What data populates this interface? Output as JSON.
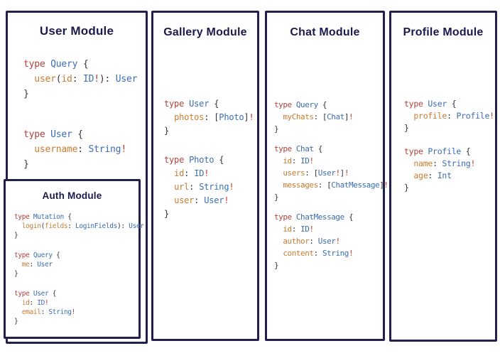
{
  "colors": {
    "border": "#23204e",
    "title": "#1c1a4d",
    "keyword": "#b5423c",
    "type": "#3a6db4",
    "field": "#c97c30",
    "punctuation": "#33333d",
    "bang": "#c0392b"
  },
  "modules": [
    {
      "id": "user",
      "title": "User Module",
      "stanzas": [
        [
          [
            [
              "kw",
              "type "
            ],
            [
              "ty",
              "Query "
            ],
            [
              "pu",
              "{"
            ]
          ],
          [
            [
              "pu",
              "  "
            ],
            [
              "fd",
              "user"
            ],
            [
              "pu",
              "("
            ],
            [
              "fd",
              "id"
            ],
            [
              "pu",
              ": "
            ],
            [
              "ty",
              "ID"
            ],
            [
              "bg",
              "!"
            ],
            [
              "pu",
              "): "
            ],
            [
              "ty",
              "User"
            ]
          ],
          [
            [
              "pu",
              "}"
            ]
          ]
        ],
        [
          [
            [
              "kw",
              "type "
            ],
            [
              "ty",
              "User "
            ],
            [
              "pu",
              "{"
            ]
          ],
          [
            [
              "pu",
              "  "
            ],
            [
              "fd",
              "username"
            ],
            [
              "pu",
              ": "
            ],
            [
              "ty",
              "String"
            ],
            [
              "bg",
              "!"
            ]
          ],
          [
            [
              "pu",
              "}"
            ]
          ]
        ]
      ]
    },
    {
      "id": "auth",
      "title": "Auth Module",
      "stanzas": [
        [
          [
            [
              "kw",
              "type "
            ],
            [
              "ty",
              "Mutation "
            ],
            [
              "pu",
              "{"
            ]
          ],
          [
            [
              "pu",
              "  "
            ],
            [
              "fd",
              "login"
            ],
            [
              "pu",
              "("
            ],
            [
              "fd",
              "fields"
            ],
            [
              "pu",
              ": "
            ],
            [
              "ty",
              "LoginFields"
            ],
            [
              "pu",
              "): "
            ],
            [
              "ty",
              "User"
            ]
          ],
          [
            [
              "pu",
              "}"
            ]
          ]
        ],
        [
          [
            [
              "kw",
              "type "
            ],
            [
              "ty",
              "Query "
            ],
            [
              "pu",
              "{"
            ]
          ],
          [
            [
              "pu",
              "  "
            ],
            [
              "fd",
              "me"
            ],
            [
              "pu",
              ": "
            ],
            [
              "ty",
              "User"
            ]
          ],
          [
            [
              "pu",
              "}"
            ]
          ]
        ],
        [
          [
            [
              "kw",
              "type "
            ],
            [
              "ty",
              "User "
            ],
            [
              "pu",
              "{"
            ]
          ],
          [
            [
              "pu",
              "  "
            ],
            [
              "fd",
              "id"
            ],
            [
              "pu",
              ": "
            ],
            [
              "ty",
              "ID"
            ],
            [
              "bg",
              "!"
            ]
          ],
          [
            [
              "pu",
              "  "
            ],
            [
              "fd",
              "email"
            ],
            [
              "pu",
              ": "
            ],
            [
              "ty",
              "String"
            ],
            [
              "bg",
              "!"
            ]
          ],
          [
            [
              "pu",
              "}"
            ]
          ]
        ]
      ]
    },
    {
      "id": "gallery",
      "title": "Gallery Module",
      "stanzas": [
        [
          [
            [
              "kw",
              "type "
            ],
            [
              "ty",
              "User "
            ],
            [
              "pu",
              "{"
            ]
          ],
          [
            [
              "pu",
              "  "
            ],
            [
              "fd",
              "photos"
            ],
            [
              "pu",
              ": ["
            ],
            [
              "ty",
              "Photo"
            ],
            [
              "pu",
              "]"
            ],
            [
              "bg",
              "!"
            ]
          ],
          [
            [
              "pu",
              "}"
            ]
          ]
        ],
        [
          [
            [
              "kw",
              "type "
            ],
            [
              "ty",
              "Photo "
            ],
            [
              "pu",
              "{"
            ]
          ],
          [
            [
              "pu",
              "  "
            ],
            [
              "fd",
              "id"
            ],
            [
              "pu",
              ": "
            ],
            [
              "ty",
              "ID"
            ],
            [
              "bg",
              "!"
            ]
          ],
          [
            [
              "pu",
              "  "
            ],
            [
              "fd",
              "url"
            ],
            [
              "pu",
              ": "
            ],
            [
              "ty",
              "String"
            ],
            [
              "bg",
              "!"
            ]
          ],
          [
            [
              "pu",
              "  "
            ],
            [
              "fd",
              "user"
            ],
            [
              "pu",
              ": "
            ],
            [
              "ty",
              "User"
            ],
            [
              "bg",
              "!"
            ]
          ],
          [
            [
              "pu",
              "}"
            ]
          ]
        ]
      ]
    },
    {
      "id": "chat",
      "title": "Chat Module",
      "stanzas": [
        [
          [
            [
              "kw",
              "type "
            ],
            [
              "ty",
              "Query "
            ],
            [
              "pu",
              "{"
            ]
          ],
          [
            [
              "pu",
              "  "
            ],
            [
              "fd",
              "myChats"
            ],
            [
              "pu",
              ": ["
            ],
            [
              "ty",
              "Chat"
            ],
            [
              "pu",
              "]"
            ],
            [
              "bg",
              "!"
            ]
          ],
          [
            [
              "pu",
              "}"
            ]
          ]
        ],
        [
          [
            [
              "kw",
              "type "
            ],
            [
              "ty",
              "Chat "
            ],
            [
              "pu",
              "{"
            ]
          ],
          [
            [
              "pu",
              "  "
            ],
            [
              "fd",
              "id"
            ],
            [
              "pu",
              ": "
            ],
            [
              "ty",
              "ID"
            ],
            [
              "bg",
              "!"
            ]
          ],
          [
            [
              "pu",
              "  "
            ],
            [
              "fd",
              "users"
            ],
            [
              "pu",
              ": ["
            ],
            [
              "ty",
              "User"
            ],
            [
              "bg",
              "!"
            ],
            [
              "pu",
              "]"
            ],
            [
              "bg",
              "!"
            ]
          ],
          [
            [
              "pu",
              "  "
            ],
            [
              "fd",
              "messages"
            ],
            [
              "pu",
              ": ["
            ],
            [
              "ty",
              "ChatMessage"
            ],
            [
              "pu",
              "]"
            ],
            [
              "bg",
              "!"
            ]
          ],
          [
            [
              "pu",
              "}"
            ]
          ]
        ],
        [
          [
            [
              "kw",
              "type "
            ],
            [
              "ty",
              "ChatMessage "
            ],
            [
              "pu",
              "{"
            ]
          ],
          [
            [
              "pu",
              "  "
            ],
            [
              "fd",
              "id"
            ],
            [
              "pu",
              ": "
            ],
            [
              "ty",
              "ID"
            ],
            [
              "bg",
              "!"
            ]
          ],
          [
            [
              "pu",
              "  "
            ],
            [
              "fd",
              "author"
            ],
            [
              "pu",
              ": "
            ],
            [
              "ty",
              "User"
            ],
            [
              "bg",
              "!"
            ]
          ],
          [
            [
              "pu",
              "  "
            ],
            [
              "fd",
              "content"
            ],
            [
              "pu",
              ": "
            ],
            [
              "ty",
              "String"
            ],
            [
              "bg",
              "!"
            ]
          ],
          [
            [
              "pu",
              "}"
            ]
          ]
        ]
      ]
    },
    {
      "id": "profile",
      "title": "Profile Module",
      "stanzas": [
        [
          [
            [
              "kw",
              "type "
            ],
            [
              "ty",
              "User "
            ],
            [
              "pu",
              "{"
            ]
          ],
          [
            [
              "pu",
              "  "
            ],
            [
              "fd",
              "profile"
            ],
            [
              "pu",
              ": "
            ],
            [
              "ty",
              "Profile"
            ],
            [
              "bg",
              "!"
            ]
          ],
          [
            [
              "pu",
              "}"
            ]
          ]
        ],
        [
          [
            [
              "kw",
              "type "
            ],
            [
              "ty",
              "Profile "
            ],
            [
              "pu",
              "{"
            ]
          ],
          [
            [
              "pu",
              "  "
            ],
            [
              "fd",
              "name"
            ],
            [
              "pu",
              ": "
            ],
            [
              "ty",
              "String"
            ],
            [
              "bg",
              "!"
            ]
          ],
          [
            [
              "pu",
              "  "
            ],
            [
              "fd",
              "age"
            ],
            [
              "pu",
              ": "
            ],
            [
              "ty",
              "Int"
            ]
          ],
          [
            [
              "pu",
              "}"
            ]
          ]
        ]
      ]
    }
  ]
}
